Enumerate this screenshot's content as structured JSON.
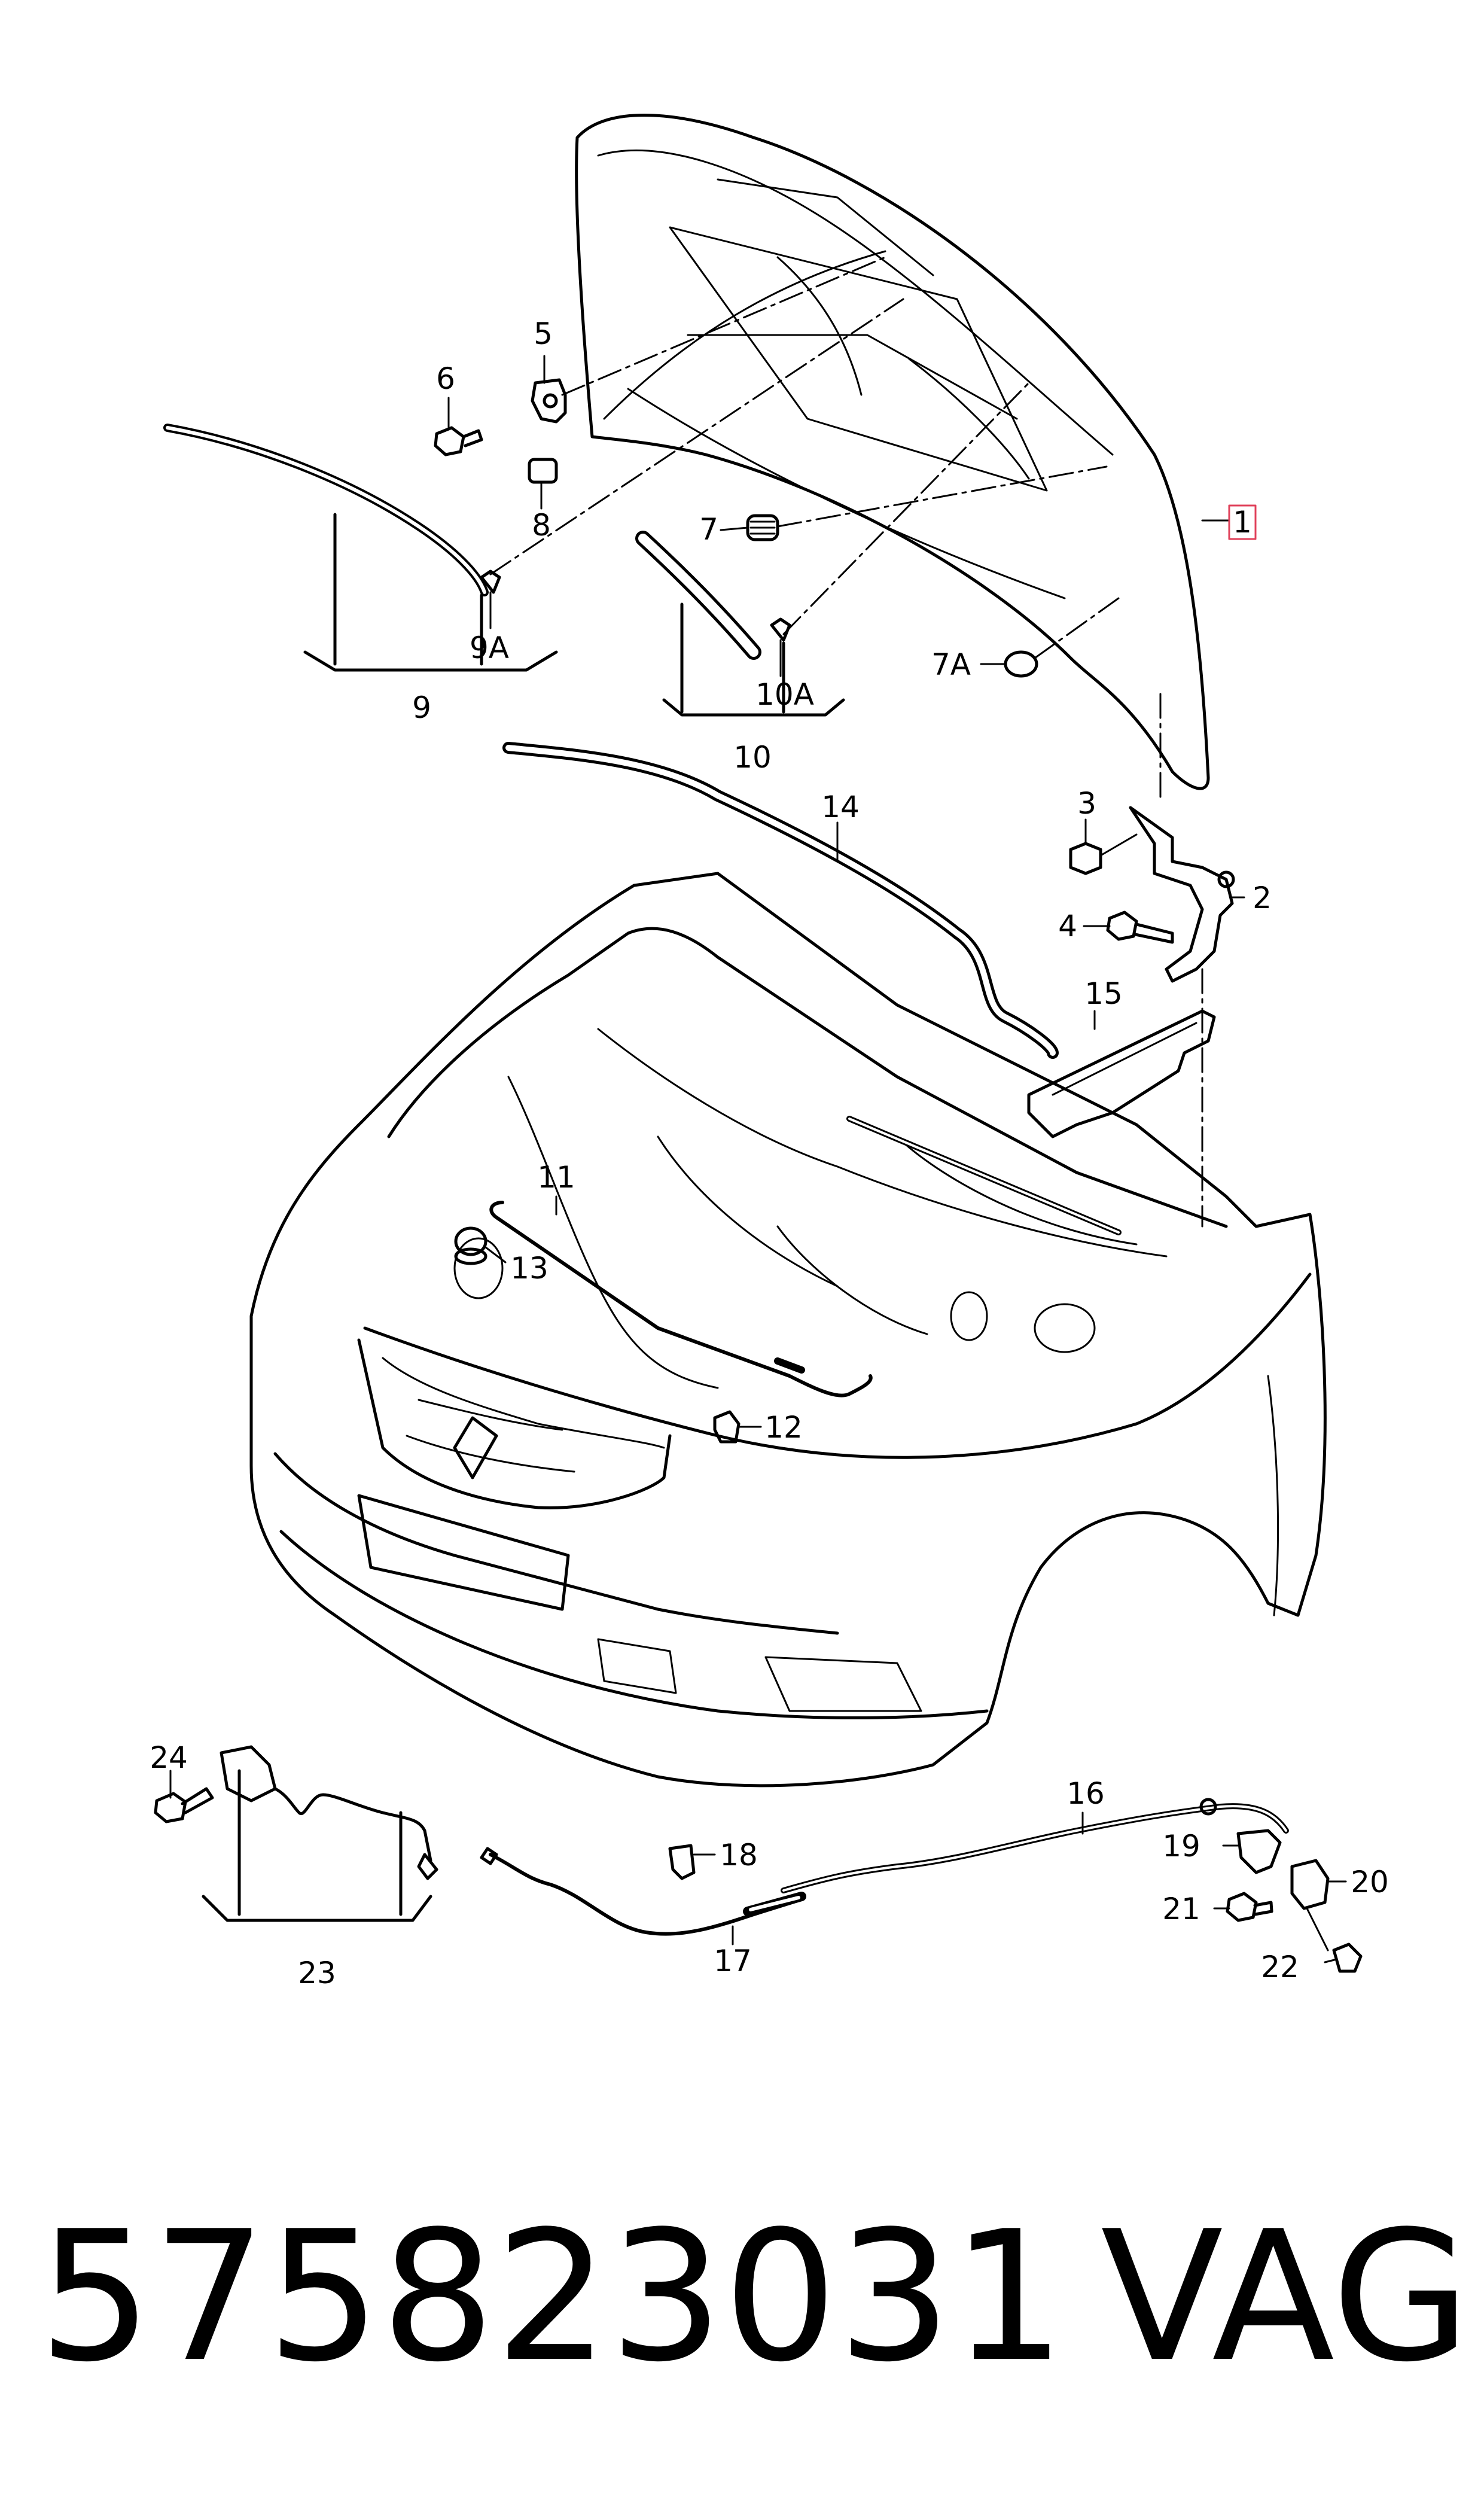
{
  "labels": {
    "l1": "1",
    "l2": "2",
    "l3": "3",
    "l4": "4",
    "l5": "5",
    "l6": "6",
    "l7": "7",
    "l7a": "7A",
    "l8": "8",
    "l9": "9",
    "l9a": "9A",
    "l10": "10",
    "l10a": "10A",
    "l11": "11",
    "l12": "12",
    "l13": "13",
    "l14": "14",
    "l15": "15",
    "l16": "16",
    "l17": "17",
    "l18": "18",
    "l19": "19",
    "l20": "20",
    "l21": "21",
    "l22": "22",
    "l23": "23",
    "l24": "24"
  },
  "footer": {
    "part_number": "575823031",
    "brand": "VAG"
  },
  "colors": {
    "line": "#000000",
    "highlight_box": "#e0405a"
  }
}
